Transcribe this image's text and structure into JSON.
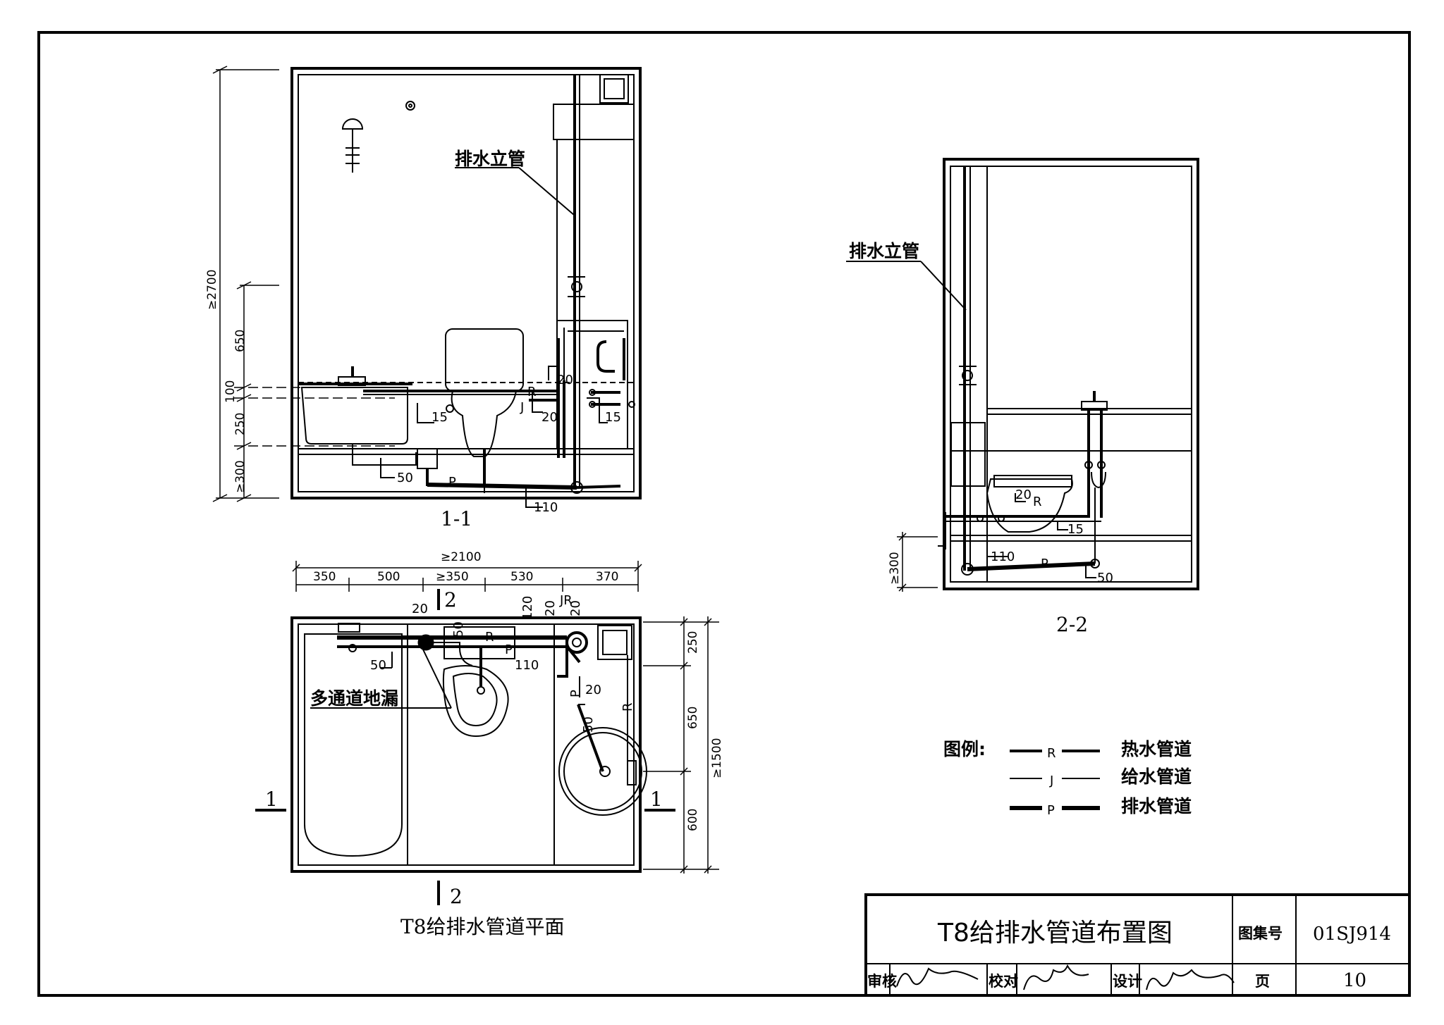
{
  "labels": {
    "drain_riser": "排水立管",
    "multi_drain": "多通道地漏",
    "section_11": "1-1",
    "section_22": "2-2",
    "plan_title": "T8给排水管道平面",
    "cut_1": "1",
    "cut_2": "2"
  },
  "dims_11": {
    "total_height": "≥2700",
    "h650": "650",
    "h100": "100",
    "h250": "250",
    "h300": "≥300",
    "p50": "50",
    "p15a": "15",
    "p15b": "15",
    "p20a": "20",
    "p20b": "20",
    "p110": "110",
    "pipe_R": "R",
    "pipe_J": "J",
    "pipe_P": "P"
  },
  "dims_22": {
    "h300": "≥300",
    "p20": "20",
    "p15": "15",
    "p110": "110",
    "p50": "50",
    "pipe_R": "R",
    "pipe_P": "P"
  },
  "dims_plan": {
    "total_width": "≥2100",
    "w350": "350",
    "w500": "500",
    "w350b": "≥350",
    "w530": "530",
    "w370": "370",
    "h250": "250",
    "h650": "650",
    "h1500": "≥1500",
    "h600": "600",
    "p20a": "20",
    "p50a": "50",
    "p120": "120",
    "p20b": "20",
    "p20c": "20",
    "pJR": "JR",
    "p50b": "50",
    "p110": "110",
    "p20d": "20",
    "p50c": "50",
    "pipe_R": "R",
    "pipe_P": "P",
    "pipe_P2": "P",
    "pipe_R2": "R"
  },
  "legend": {
    "title": "图例:",
    "items": [
      {
        "code": "R",
        "label": "热水管道"
      },
      {
        "code": "J",
        "label": "给水管道"
      },
      {
        "code": "P",
        "label": "排水管道"
      }
    ]
  },
  "title_block": {
    "drawing_title": "T8给排水管道布置图",
    "atlas_label": "图集号",
    "atlas_no": "01SJ914",
    "review": "审核",
    "check": "校对",
    "design": "设计",
    "page_label": "页",
    "page_no": "10"
  }
}
